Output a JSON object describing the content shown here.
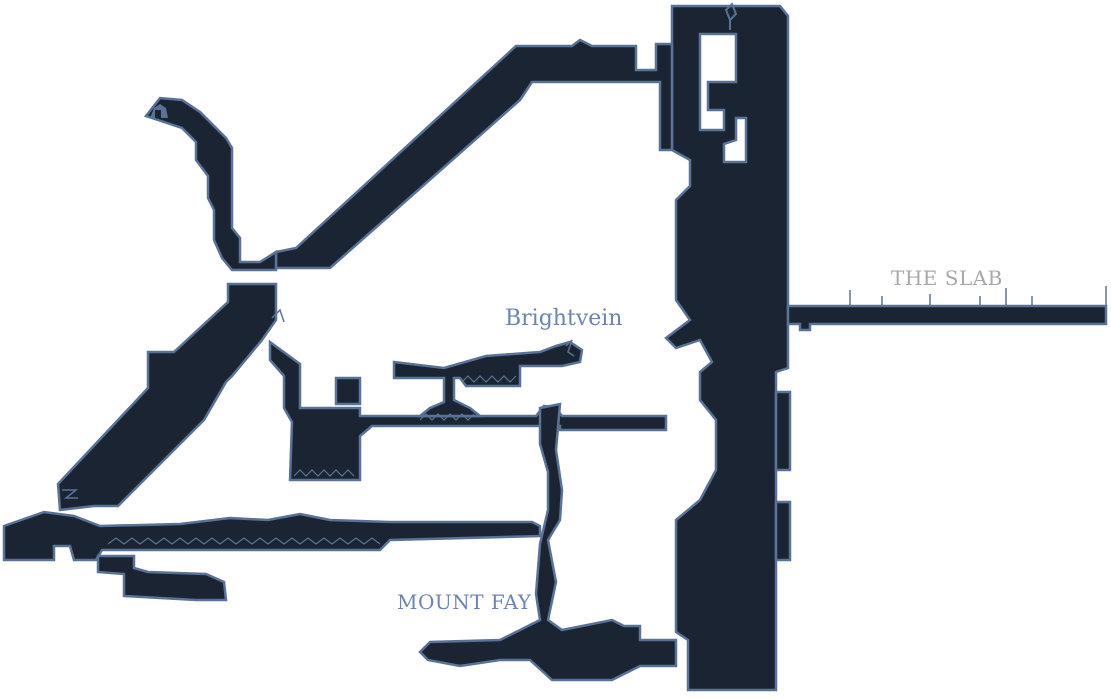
{
  "map": {
    "areas": [
      {
        "id": "brightvein",
        "label": "Brightvein"
      },
      {
        "id": "mount-fay",
        "label": "MOUNT FAY"
      },
      {
        "id": "the-slab",
        "label": "THE SLAB"
      }
    ],
    "colors": {
      "background": "#ffffff",
      "room_fill": "#1a2433",
      "room_edge": "#5a7296",
      "label_blue": "#6d84b0",
      "label_grey": "#a8a8a8"
    },
    "icons": [
      "bench-icon",
      "lift-icon"
    ]
  }
}
